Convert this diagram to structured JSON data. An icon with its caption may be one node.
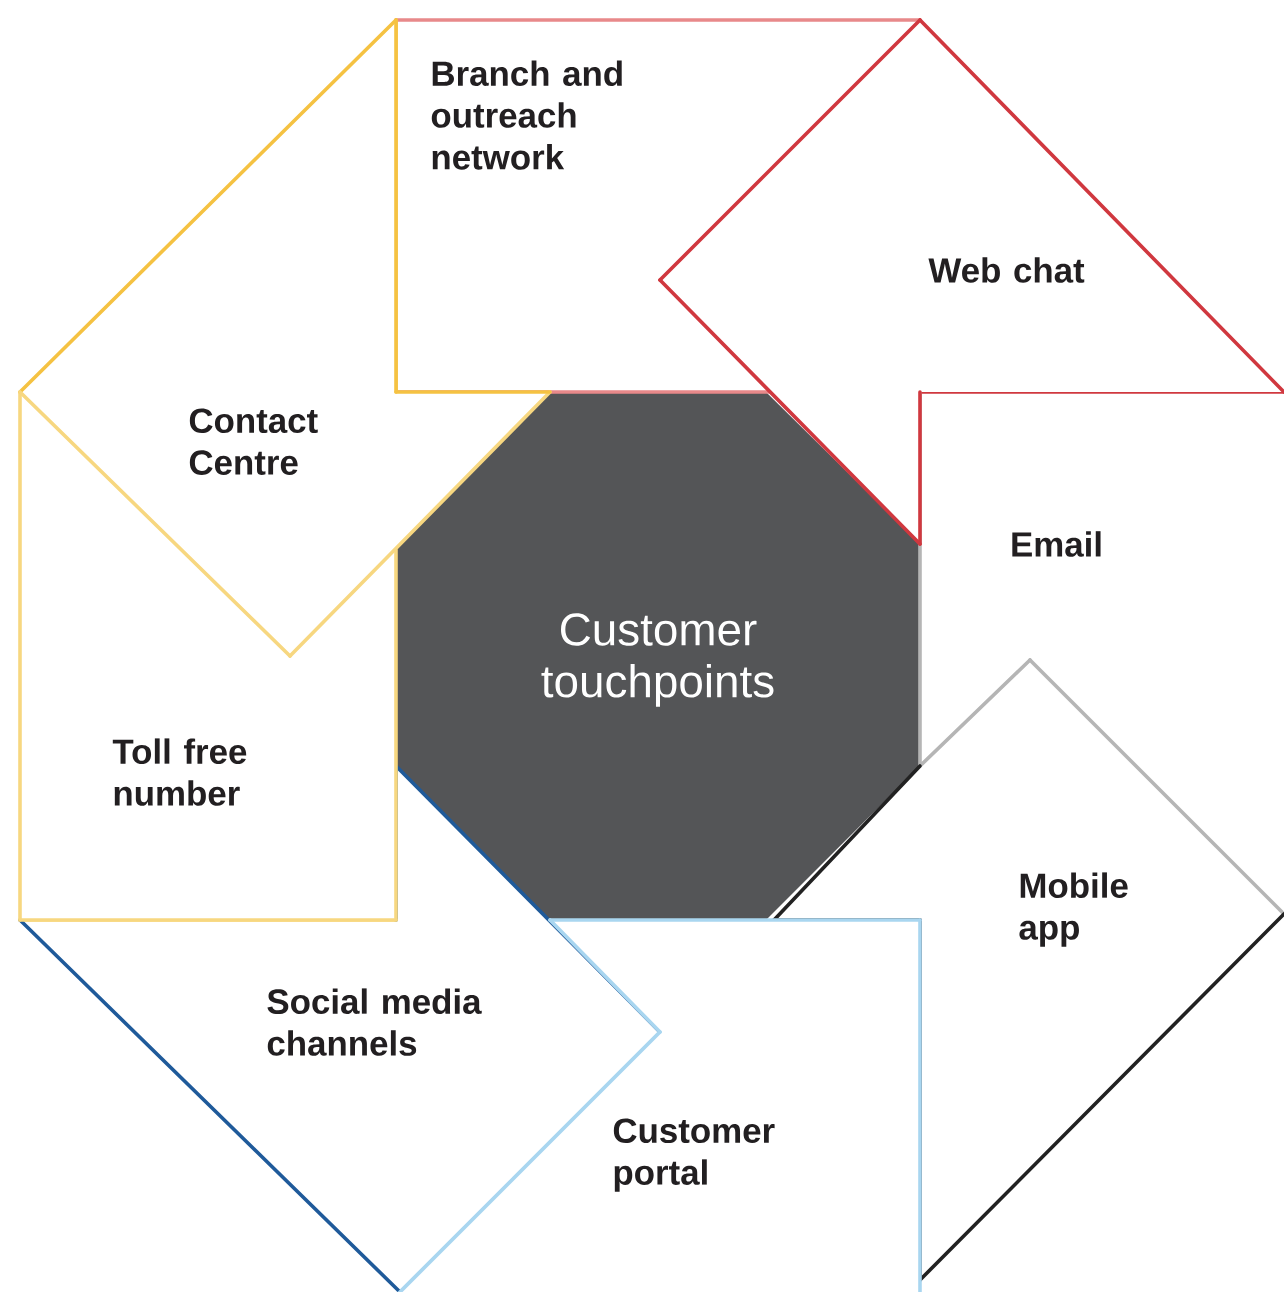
{
  "diagram": {
    "nodes": [
      {
        "text": [
          "Customer touchpoints"
        ]
      },
      {
        "text": [
          "Branch and outreach network"
        ]
      },
      {
        "text": [
          "Web chat"
        ]
      },
      {
        "text": [
          "Email"
        ]
      },
      {
        "text": [
          "Mobile app"
        ]
      },
      {
        "text": [
          "Customer portal"
        ]
      },
      {
        "text": [
          "Social media channels"
        ]
      },
      {
        "text": [
          "Toll free number"
        ]
      },
      {
        "text": [
          "Contact Centre"
        ]
      }
    ]
  }
}
